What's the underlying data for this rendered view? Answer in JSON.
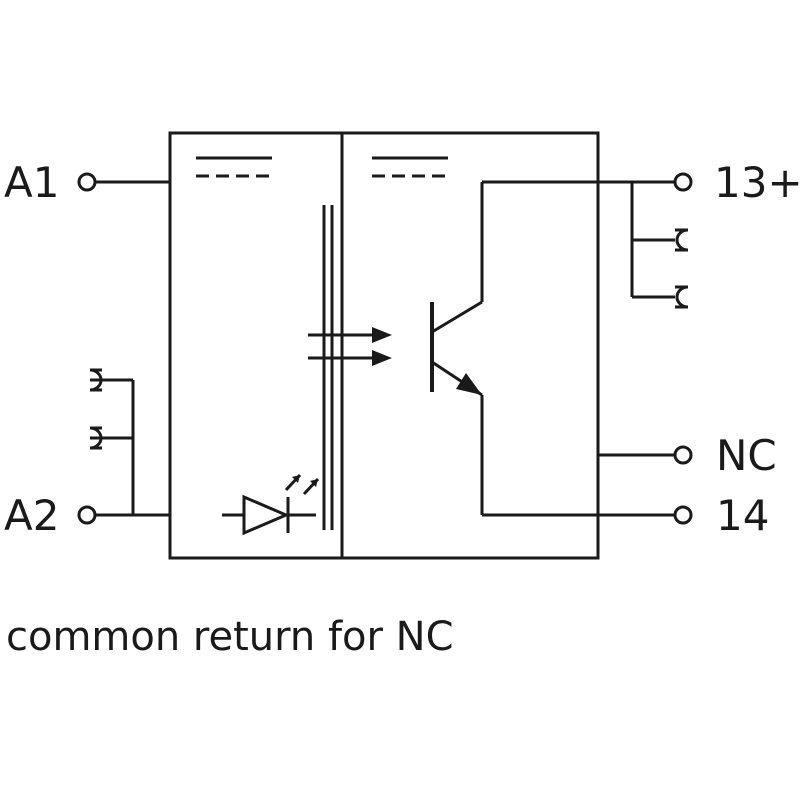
{
  "terminals": {
    "a1": "A1",
    "a2": "A2",
    "out_13": "13+",
    "out_nc": "NC",
    "out_14": "14"
  },
  "caption": "common return for NC",
  "colors": {
    "ink": "#1a1a1a",
    "background": "#ffffff"
  }
}
